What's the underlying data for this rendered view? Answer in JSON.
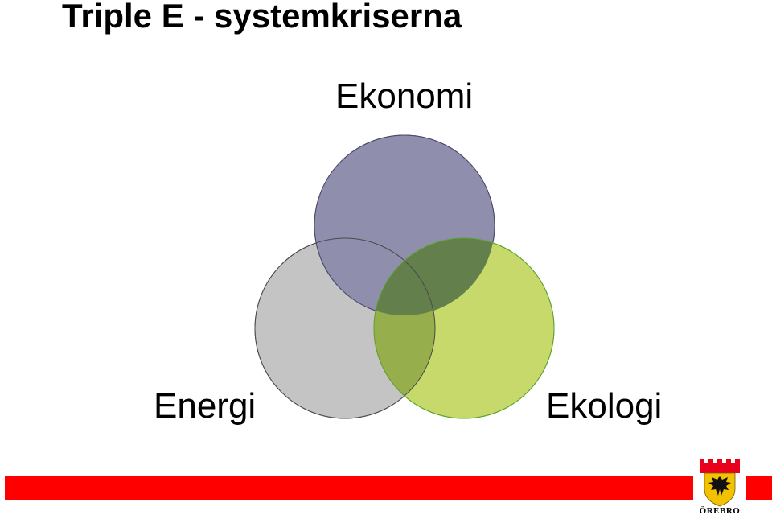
{
  "slide": {
    "title": "Triple E - systemkriserna"
  },
  "venn": {
    "circles": [
      {
        "label": "Ekonomi",
        "color": "#8f8fad"
      },
      {
        "label": "Energi",
        "color": "#c4c4c4"
      },
      {
        "label": "Ekologi",
        "color": "#c6d96a"
      }
    ],
    "overlap_colors": {
      "ekonomi_ekologi": "#627f4c",
      "energi_ekologi": "#97ae4d"
    }
  },
  "footer": {
    "band_color": "#ff0000",
    "logo_text": "ÖREBRO"
  }
}
